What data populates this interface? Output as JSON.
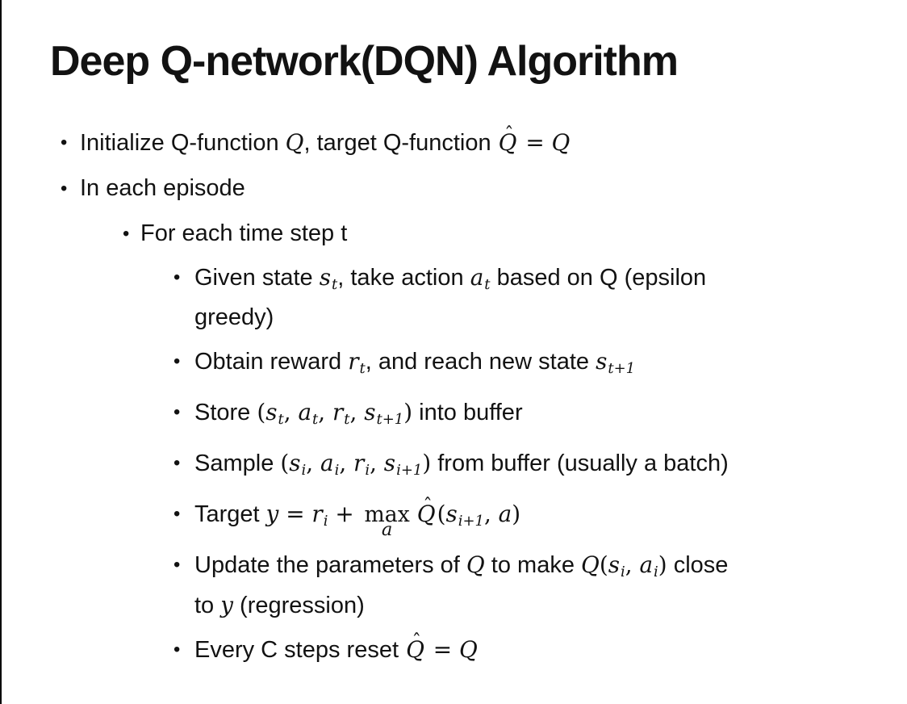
{
  "title": "Deep Q-network(DQN) Algorithm",
  "bullet_glyph": "•",
  "colors": {
    "background": "#ffffff",
    "text": "#121212",
    "border": "#000000"
  },
  "bullets": [
    {
      "level": 1,
      "parts": [
        {
          "t": "txt",
          "v": "Initialize Q-function "
        },
        {
          "t": "mi",
          "v": "Q"
        },
        {
          "t": "txt",
          "v": ", target Q-function "
        },
        {
          "t": "hat",
          "b": "Q",
          "h": "ˆ"
        },
        {
          "t": "mo",
          "v": " = "
        },
        {
          "t": "mi",
          "v": "Q"
        }
      ]
    },
    {
      "level": 1,
      "parts": [
        {
          "t": "txt",
          "v": "In each episode"
        }
      ]
    },
    {
      "level": 2,
      "parts": [
        {
          "t": "txt",
          "v": "For each time step t"
        }
      ]
    },
    {
      "level": 3,
      "parts": [
        {
          "t": "txt",
          "v": "Given state "
        },
        {
          "t": "sub",
          "b": "s",
          "s": "t"
        },
        {
          "t": "txt",
          "v": ", take action "
        },
        {
          "t": "sub",
          "b": "a",
          "s": "t"
        },
        {
          "t": "txt",
          "v": " based on Q (epsilon"
        },
        {
          "t": "br"
        },
        {
          "t": "txt",
          "v": "greedy)"
        }
      ]
    },
    {
      "level": 3,
      "parts": [
        {
          "t": "txt",
          "v": "Obtain reward "
        },
        {
          "t": "sub",
          "b": "r",
          "s": "t"
        },
        {
          "t": "txt",
          "v": ", and reach new state "
        },
        {
          "t": "sub",
          "b": "s",
          "s": "t+1"
        }
      ]
    },
    {
      "level": 3,
      "parts": [
        {
          "t": "txt",
          "v": "Store "
        },
        {
          "t": "mo",
          "v": "("
        },
        {
          "t": "sub",
          "b": "s",
          "s": "t"
        },
        {
          "t": "mo",
          "v": ", "
        },
        {
          "t": "sub",
          "b": "a",
          "s": "t"
        },
        {
          "t": "mo",
          "v": ", "
        },
        {
          "t": "sub",
          "b": "r",
          "s": "t"
        },
        {
          "t": "mo",
          "v": ", "
        },
        {
          "t": "sub",
          "b": "s",
          "s": "t+1"
        },
        {
          "t": "mo",
          "v": ")"
        },
        {
          "t": "txt",
          "v": " into buffer"
        }
      ]
    },
    {
      "level": 3,
      "parts": [
        {
          "t": "txt",
          "v": "Sample "
        },
        {
          "t": "mo",
          "v": "("
        },
        {
          "t": "sub",
          "b": "s",
          "s": "i"
        },
        {
          "t": "mo",
          "v": ", "
        },
        {
          "t": "sub",
          "b": "a",
          "s": "i"
        },
        {
          "t": "mo",
          "v": ", "
        },
        {
          "t": "sub",
          "b": "r",
          "s": "i"
        },
        {
          "t": "mo",
          "v": ", "
        },
        {
          "t": "sub",
          "b": "s",
          "s": "i+1"
        },
        {
          "t": "mo",
          "v": ")"
        },
        {
          "t": "txt",
          "v": " from buffer (usually a batch)"
        }
      ]
    },
    {
      "level": 3,
      "parts": [
        {
          "t": "txt",
          "v": "Target "
        },
        {
          "t": "mi",
          "v": "y"
        },
        {
          "t": "mo",
          "v": " = "
        },
        {
          "t": "sub",
          "b": "r",
          "s": "i"
        },
        {
          "t": "mo",
          "v": " + "
        },
        {
          "t": "max",
          "b": "max",
          "u": "a"
        },
        {
          "t": "hat",
          "b": "Q",
          "h": "ˆ"
        },
        {
          "t": "mo",
          "v": "("
        },
        {
          "t": "sub",
          "b": "s",
          "s": "i+1"
        },
        {
          "t": "mo",
          "v": ", "
        },
        {
          "t": "mi",
          "v": "a"
        },
        {
          "t": "mo",
          "v": ")"
        }
      ]
    },
    {
      "level": 3,
      "parts": [
        {
          "t": "txt",
          "v": "Update the parameters of "
        },
        {
          "t": "mi",
          "v": "Q"
        },
        {
          "t": "txt",
          "v": " to make "
        },
        {
          "t": "mi",
          "v": "Q"
        },
        {
          "t": "mo",
          "v": "("
        },
        {
          "t": "sub",
          "b": "s",
          "s": "i"
        },
        {
          "t": "mo",
          "v": ", "
        },
        {
          "t": "sub",
          "b": "a",
          "s": "i"
        },
        {
          "t": "mo",
          "v": ")"
        },
        {
          "t": "txt",
          "v": " close"
        },
        {
          "t": "br"
        },
        {
          "t": "txt",
          "v": "to "
        },
        {
          "t": "mi",
          "v": "y"
        },
        {
          "t": "txt",
          "v": " (regression)"
        }
      ]
    },
    {
      "level": 3,
      "parts": [
        {
          "t": "txt",
          "v": "Every C steps reset "
        },
        {
          "t": "hat",
          "b": "Q",
          "h": "ˆ"
        },
        {
          "t": "mo",
          "v": " = "
        },
        {
          "t": "mi",
          "v": "Q"
        }
      ]
    }
  ]
}
